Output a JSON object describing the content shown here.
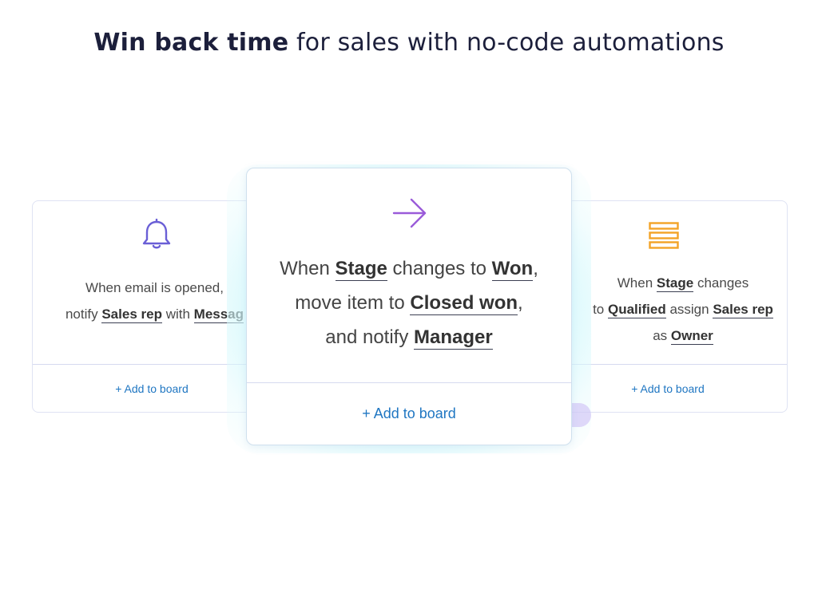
{
  "headline": {
    "bold": "Win back time",
    "rest": "for sales with no-code automations"
  },
  "cards": {
    "left": {
      "icon": "bell-icon",
      "line1": "When email is opened,",
      "line2_pre": "notify",
      "kw1": "Sales rep",
      "line2_mid": "with",
      "kw2": "Messag",
      "add_label": "+ Add to board"
    },
    "center": {
      "icon": "arrow-right-icon",
      "l1_pre": "When",
      "kw1": "Stage",
      "l1_mid": "changes to",
      "kw2": "Won",
      "l1_end": ",",
      "l2_pre": "move item to",
      "kw3": "Closed won",
      "l2_end": ",",
      "l3_pre": "and notify",
      "kw4": "Manager",
      "add_label": "+ Add to board"
    },
    "right": {
      "icon": "stacked-bars-icon",
      "l1_pre": "When",
      "kw1": "Stage",
      "l1_end": "changes",
      "l2_pre": "to",
      "kw2": "Qualified",
      "l2_mid": "assign",
      "kw3": "Sales rep",
      "l3_pre": "as",
      "kw4": "Owner",
      "add_label": "+ Add to board"
    }
  },
  "colors": {
    "headline": "#1c1f3b",
    "link": "#1f76c2",
    "bell": "#6a5fd6",
    "arrow": "#9a5bd9",
    "bars": "#f3a326"
  }
}
